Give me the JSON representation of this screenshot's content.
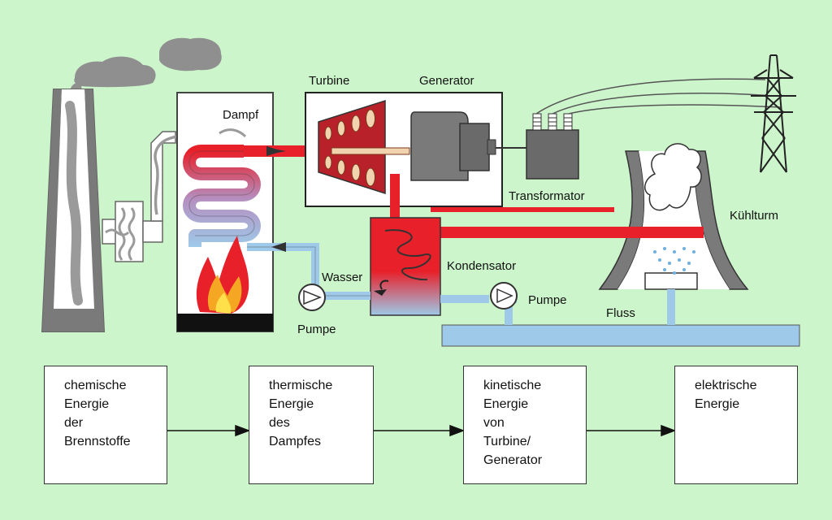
{
  "labels": {
    "dampf": "Dampf",
    "turbine": "Turbine",
    "generator": "Generator",
    "transformator": "Transformator",
    "kuehlturm": "Kühlturm",
    "wasser": "Wasser",
    "kondensator": "Kondensator",
    "pumpe_left": "Pumpe",
    "pumpe_right": "Pumpe",
    "fluss": "Fluss"
  },
  "energy_boxes": [
    {
      "text": "chemische\nEnergie\nder\nBrennstoffe"
    },
    {
      "text": "thermische\nEnergie\ndes\nDampfes"
    },
    {
      "text": "kinetische\nEnergie\nvon\nTurbine/\nGenerator"
    },
    {
      "text": "elektrische\nEnergie"
    }
  ],
  "colors": {
    "background": "#cdf5cb",
    "steam_red": "#e8202a",
    "water_blue": "#9ec9e8",
    "machine_gray": "#7a7a7a",
    "smoke_gray": "#8f8f8f",
    "turbine_fill": "#b8202a",
    "flame_orange": "#f5a623"
  }
}
